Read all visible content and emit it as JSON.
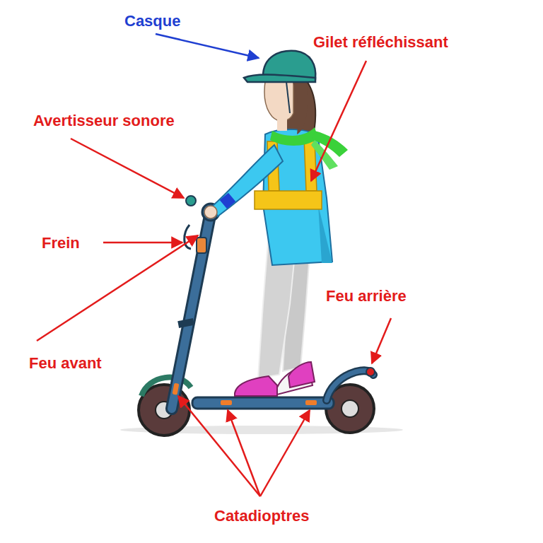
{
  "diagram": {
    "labels": [
      "Casque",
      "Gilet réfléchissant",
      "Avertisseur sonore",
      "Frein",
      "Feu avant",
      "Feu arrière",
      "Catadioptres"
    ]
  }
}
